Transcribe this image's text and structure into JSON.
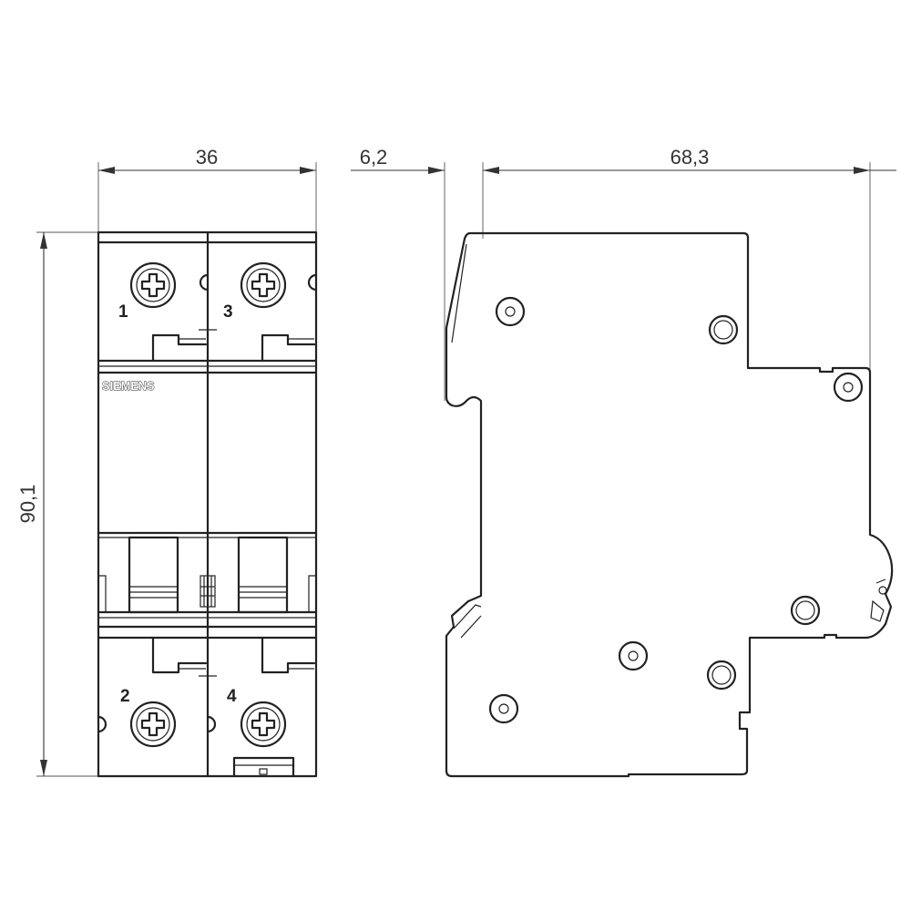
{
  "dimensions": {
    "width_front": "36",
    "height": "90,1",
    "din_rail_offset": "6,2",
    "depth": "68,3"
  },
  "front_view": {
    "brand": "SIEMENS",
    "terminals": [
      "1",
      "3",
      "2",
      "4"
    ]
  },
  "icons": {
    "screw": "terminal-screw-icon",
    "rivet": "rivet-icon"
  }
}
